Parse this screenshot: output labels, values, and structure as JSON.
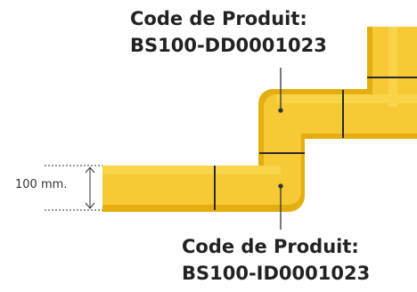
{
  "labels": {
    "top": {
      "line1": "Code de Produit:",
      "line2": "BS100-DD0001023"
    },
    "bottom": {
      "line1": "Code de Produit:",
      "line2": "BS100-ID0001023"
    }
  },
  "dimension": {
    "text": "100 mm."
  },
  "colors": {
    "tray_face": "#F6C935",
    "tray_edge": "#E4AE10",
    "tray_highlight": "#FAD64E",
    "text": "#222222",
    "leader": "#333333"
  }
}
